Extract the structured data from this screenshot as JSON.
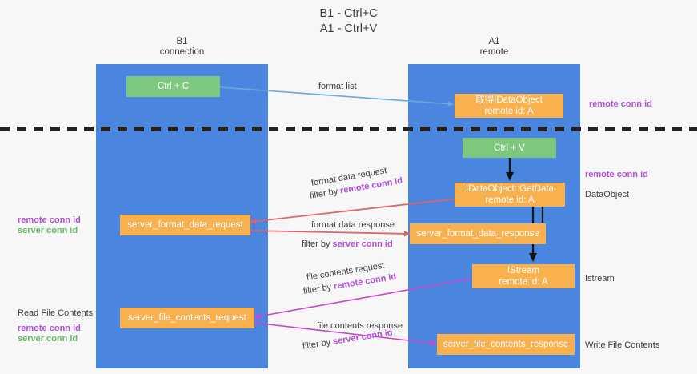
{
  "diagram": {
    "title_line1": "B1 - Ctrl+C",
    "title_line2": "A1 - Ctrl+V",
    "columns": [
      {
        "name": "B1",
        "role": "connection"
      },
      {
        "name": "A1",
        "role": "remote"
      }
    ],
    "colors": {
      "lane": "#4a86e0",
      "green_node": "#7ec77e",
      "orange_node": "#f9b04e",
      "purple_text": "#b14fd8",
      "green_text": "#63bb63",
      "blue_arrow": "#6fa8dc",
      "red_arrow": "#e06666",
      "magenta_arrow": "#cc44cc",
      "black_arrow": "#000000",
      "background": "#f7f7f7"
    }
  },
  "nodes": {
    "ctrl_c": {
      "line1": "Ctrl + C",
      "line2": ""
    },
    "get_data_object": {
      "line1": "取得IDataObject",
      "line2": "remote id: A"
    },
    "ctrl_v": {
      "line1": "Ctrl + V",
      "line2": ""
    },
    "idataobject_getdata": {
      "line1": "IDataObject::GetData",
      "line2": "remote id: A"
    },
    "server_format_data_request": {
      "line1": "server_format_data_request",
      "line2": ""
    },
    "server_format_data_response": {
      "line1": "server_format_data_response",
      "line2": ""
    },
    "istream": {
      "line1": "IStream",
      "line2": "remote id: A"
    },
    "server_file_contents_request": {
      "line1": "server_file_contents_request",
      "line2": ""
    },
    "server_file_contents_response": {
      "line1": "server_file_contents_response",
      "line2": ""
    }
  },
  "edge_labels": {
    "format_list": "format list",
    "format_data_request": "format data request",
    "format_data_request_filter_prefix": "filter by ",
    "format_data_request_filter_key": "remote conn id",
    "format_data_response": "format data response",
    "format_data_response_filter_prefix": "filter by ",
    "format_data_response_filter_key": "server conn id",
    "file_contents_request": "file contents request",
    "file_contents_request_filter_prefix": "filter by ",
    "file_contents_request_filter_key": "remote conn id",
    "file_contents_response": "file contents response",
    "file_contents_response_filter_prefix": "filter by ",
    "file_contents_response_filter_key": "server conn id"
  },
  "side_labels": {
    "right_top_remote_conn_id": "remote conn id",
    "right_mid_remote_conn_id": "remote conn id",
    "right_dataobject": "DataObject",
    "right_istream": "Istream",
    "right_write_file_contents": "Write File Contents",
    "left_remote_conn_id_1": "remote conn id",
    "left_server_conn_id_1": "server conn id",
    "left_read_file_contents": "Read File Contents",
    "left_remote_conn_id_2": "remote conn id",
    "left_server_conn_id_2": "server conn id"
  }
}
